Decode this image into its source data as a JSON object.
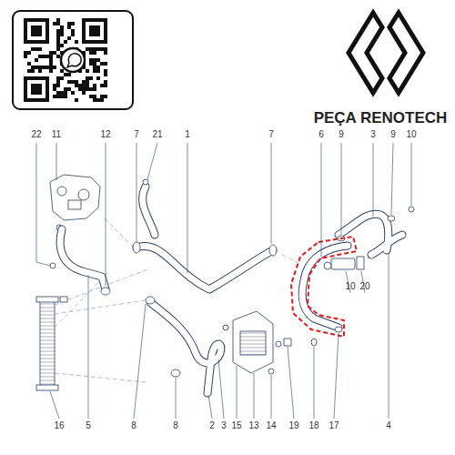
{
  "diagram": {
    "labels": [
      "PEÇA RENOTECH",
      "22",
      "11",
      "12",
      "7",
      "21",
      "1",
      "7",
      "6",
      "9",
      "3",
      "9",
      "10",
      "16",
      "5",
      "8",
      "8",
      "2",
      "3",
      "15",
      "13",
      "14",
      "19",
      "18",
      "17",
      "10",
      "20",
      "4"
    ]
  }
}
